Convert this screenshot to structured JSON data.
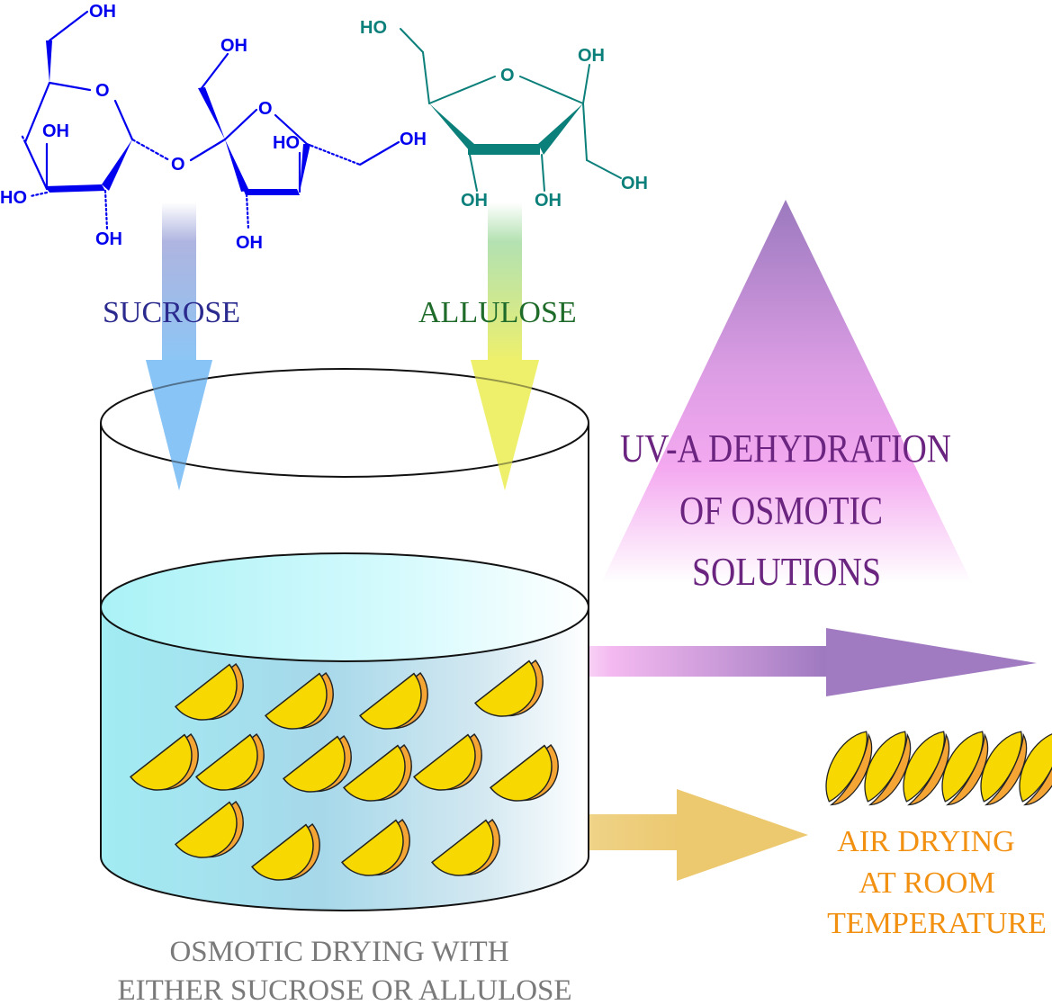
{
  "molecules": {
    "sucrose": {
      "label": "SUCROSE",
      "atoms": {
        "ring_o1": "O",
        "link_o": "O",
        "ring_o2": "O"
      },
      "hydroxyls": [
        "OH",
        "OH",
        "HO",
        "OH",
        "OH",
        "HO",
        "OH",
        "OH"
      ],
      "color": "#0000ee",
      "label_color": "#2b2b8f"
    },
    "allulose": {
      "label": "ALLULOSE",
      "atoms": {
        "ring_o": "O"
      },
      "hydroxyls": [
        "HO",
        "OH",
        "OH",
        "OH",
        "OH"
      ],
      "color": "#0b7f7a",
      "label_color": "#1f6b2a"
    }
  },
  "process": {
    "uv_label": [
      "UV-A DEHYDRATION",
      "OF OSMOTIC",
      "SOLUTIONS"
    ],
    "uv_color": "#6b2580",
    "air_label": [
      "AIR DRYING",
      "AT ROOM",
      "TEMPERATURE"
    ],
    "air_color": "#f29111",
    "osmotic_label": [
      "OSMOTIC DRYING WITH",
      "EITHER SUCROSE OR ALLULOSE"
    ],
    "osmotic_color": "#7a7a7a"
  },
  "colors": {
    "fruit": "#f7d800",
    "fruit_rind": "#f4a534",
    "solution": "#9fdcea",
    "uv_gradient": [
      "#a27bc2",
      "#f0a6ef"
    ],
    "air_arrow": "#efce7f"
  }
}
